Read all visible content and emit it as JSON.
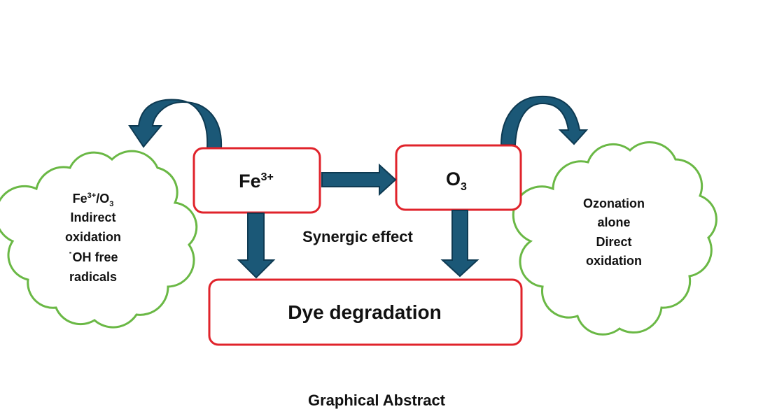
{
  "colors": {
    "box_border": "#e0232b",
    "arrow_fill": "#1b5877",
    "arrow_stroke": "#0e3a52",
    "cloud_stroke": "#6ab845",
    "text": "#111111"
  },
  "nodes": {
    "fe": {
      "base": "Fe",
      "sup": "3+"
    },
    "o3": {
      "base": "O",
      "sub": "3"
    },
    "dye": {
      "label": "Dye degradation"
    }
  },
  "synergy_label": "Synergic effect",
  "left_cloud": {
    "line1": {
      "fe": "Fe",
      "sup": "3+",
      "rest": "/O",
      "sub": "3"
    },
    "line2": "Indirect",
    "line3": "oxidation",
    "line4": {
      "dot": "˙",
      "text": "OH free"
    },
    "line5": "radicals"
  },
  "right_cloud": {
    "lines": [
      "Ozonation",
      "alone",
      "Direct",
      "oxidation"
    ]
  },
  "caption": "Graphical Abstract"
}
